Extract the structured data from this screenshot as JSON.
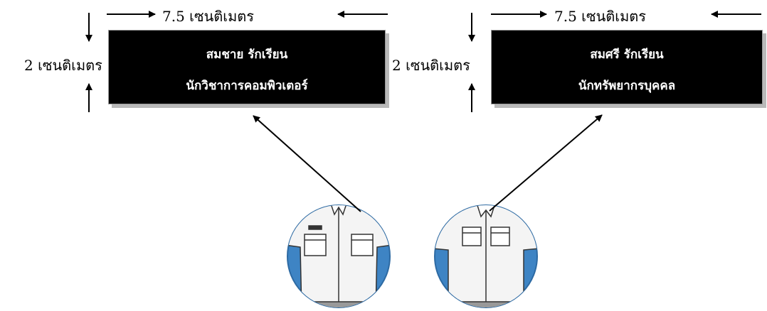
{
  "left_tag": {
    "width_label": "7.5 เซนติเมตร",
    "height_label": "2 เซนติเมตร",
    "name": "สมชาย รักเรียน",
    "position": "นักวิชาการคอมพิวเตอร์"
  },
  "right_tag": {
    "width_label": "7.5 เซนติเมตร",
    "height_label": "2 เซนติเมตร",
    "name": "สมศรี รักเรียน",
    "position": "นักทรัพยากรบุคคล"
  },
  "colors": {
    "tag_background": "#000000",
    "tag_text": "#ffffff",
    "shirt_circle": "#3e84c4",
    "shirt": "#f4f4f4"
  }
}
